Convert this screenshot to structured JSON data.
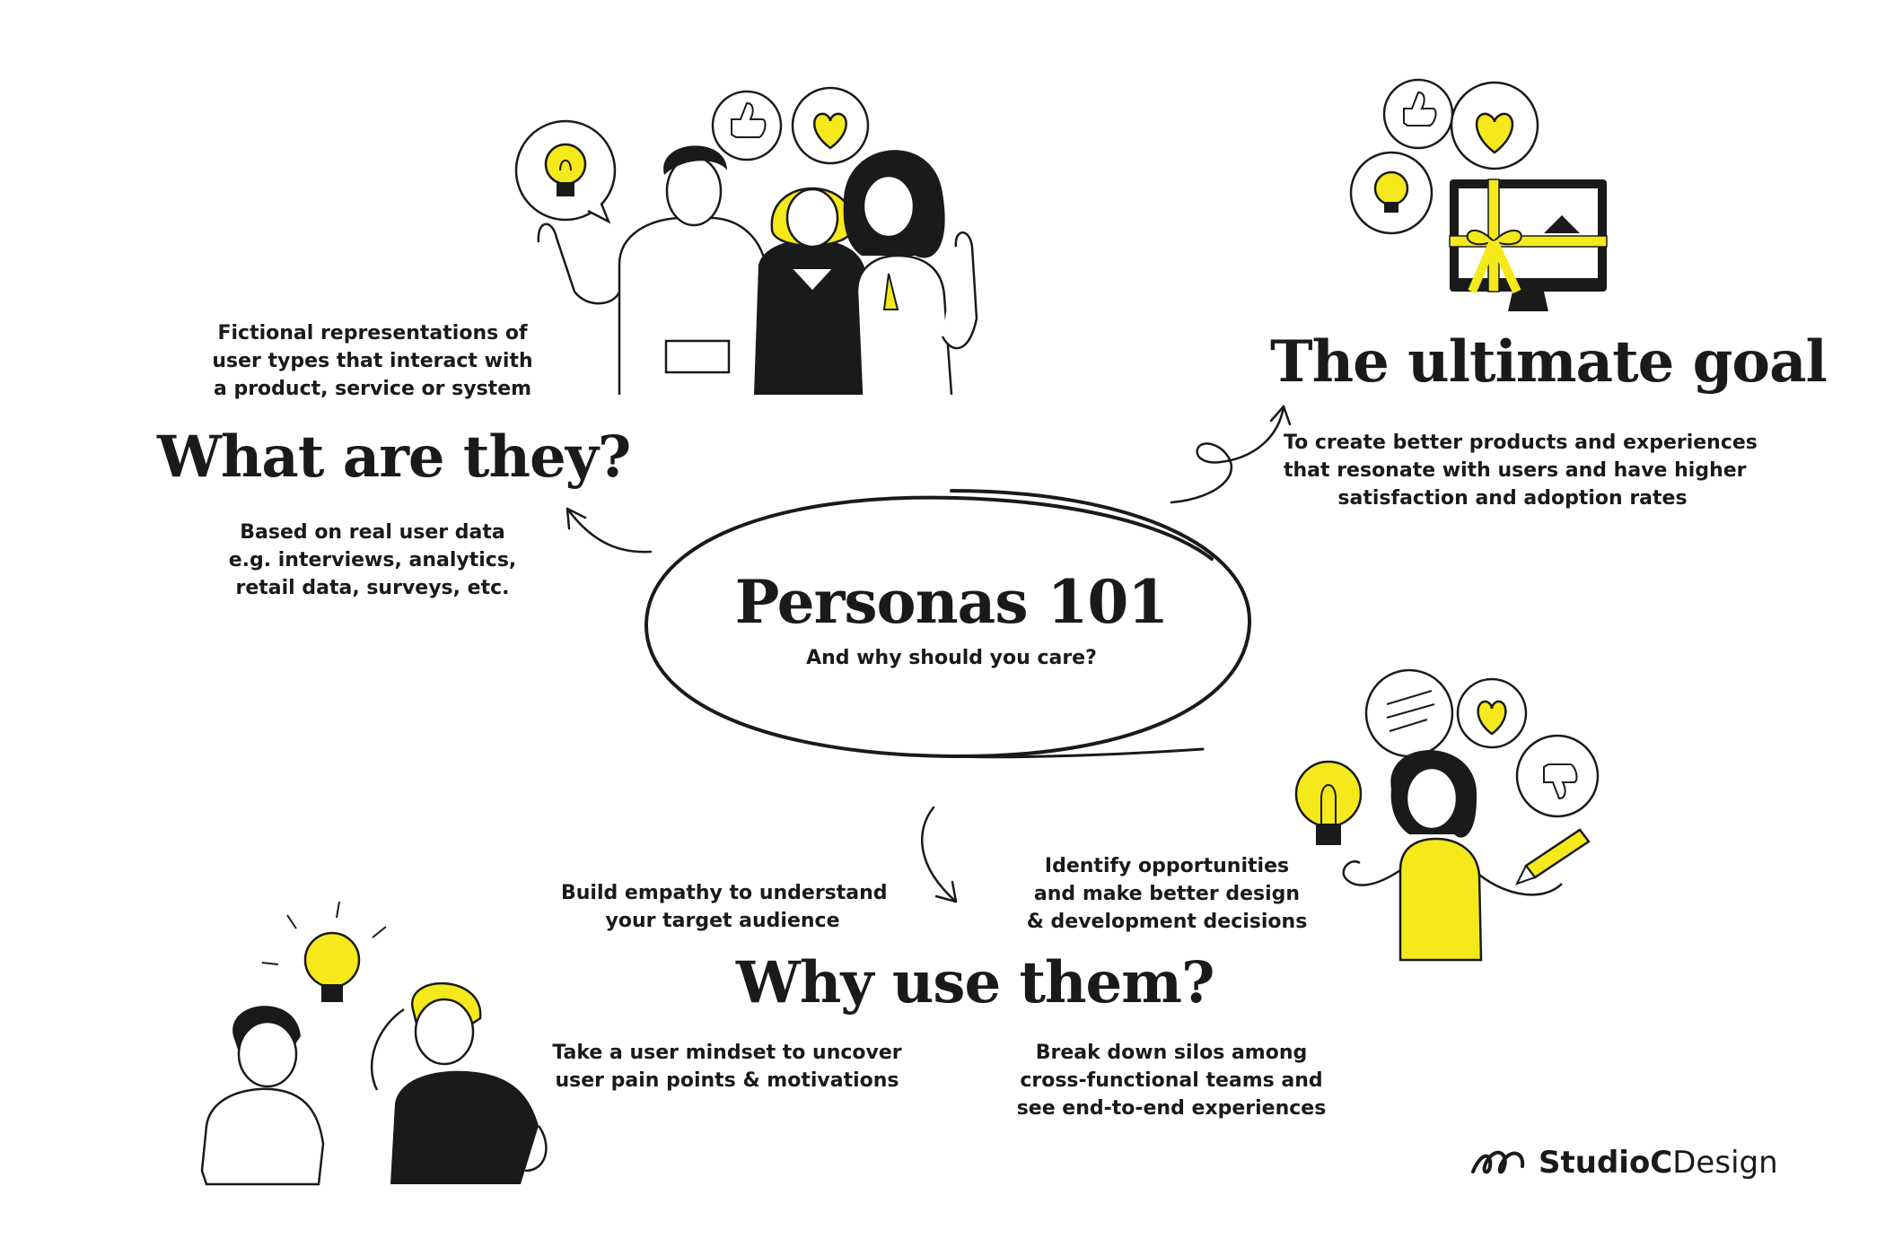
{
  "center": {
    "title": "Personas 101",
    "subtitle": "And why should you care?"
  },
  "what": {
    "heading": "What are they?",
    "definition": [
      "Fictional representations of",
      "user types that interact with",
      "a product, service or system"
    ],
    "based_on": [
      "Based on real user data",
      "e.g. interviews, analytics,",
      "retail data, surveys, etc."
    ]
  },
  "goal": {
    "heading": "The ultimate goal",
    "text": [
      "To create better products and experiences",
      "that resonate with users and have higher",
      "satisfaction and adoption rates"
    ]
  },
  "why": {
    "heading": "Why use them?",
    "empathy": [
      "Build empathy to understand",
      "your target audience"
    ],
    "opportunities": [
      "Identify opportunities",
      "and make better design",
      "& development decisions"
    ],
    "mindset": [
      "Take a user mindset to uncover",
      "user pain points & motivations"
    ],
    "silos": [
      "Break down silos among",
      "cross-functional teams and",
      "see end-to-end experiences"
    ]
  },
  "brand": {
    "bold": "StudioC",
    "regular": "Design"
  },
  "colors": {
    "accent": "#f5e91b",
    "ink": "#1a1a1a",
    "background": "#ffffff"
  },
  "icons": [
    "lightbulb-icon",
    "thumbs-up-icon",
    "heart-icon",
    "monitor-gift-icon",
    "pencil-icon",
    "chat-bubble-icon",
    "studioc-logo-icon"
  ]
}
